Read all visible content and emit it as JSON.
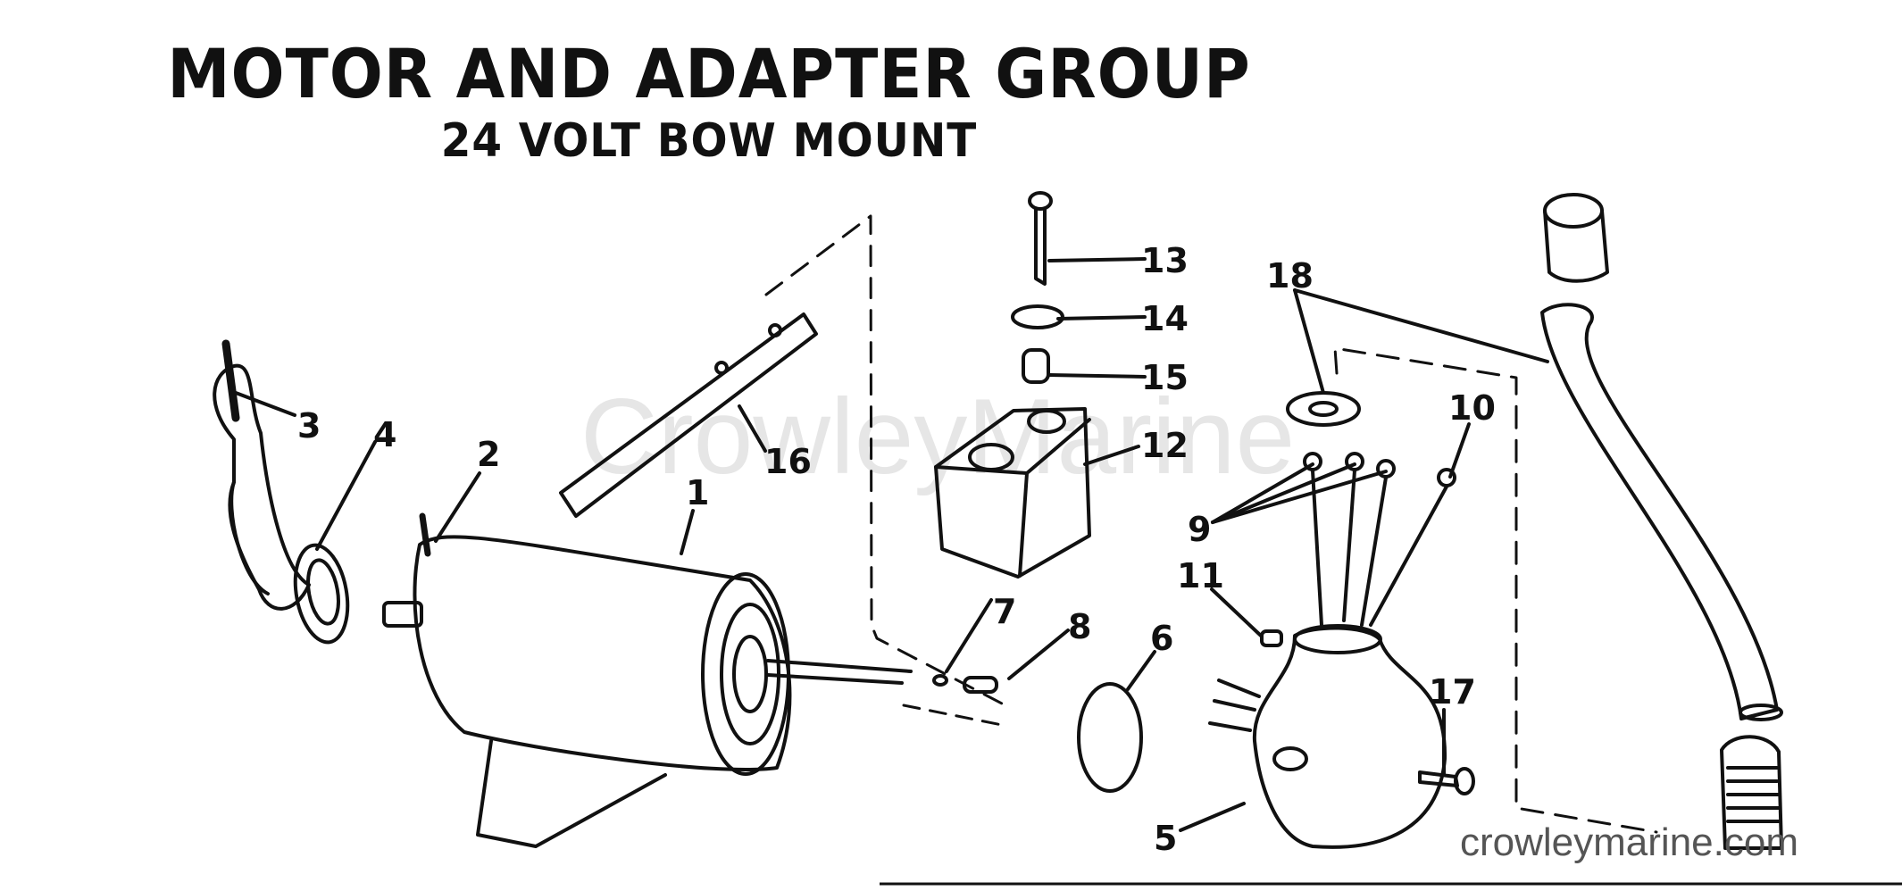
{
  "title": "MOTOR AND ADAPTER GROUP",
  "subtitle": "24 VOLT BOW MOUNT",
  "watermark": "CrowleyMarine",
  "site": "crowleymarine.com",
  "colors": {
    "ink": "#111111",
    "watermark": "#e6e6e6"
  },
  "callouts": {
    "c1": "1",
    "c2": "2",
    "c3": "3",
    "c4": "4",
    "c5": "5",
    "c6": "6",
    "c7": "7",
    "c8": "8",
    "c9": "9",
    "c10": "10",
    "c11": "11",
    "c12": "12",
    "c13": "13",
    "c14": "14",
    "c15": "15",
    "c16": "16",
    "c17": "17",
    "c18": "18"
  }
}
